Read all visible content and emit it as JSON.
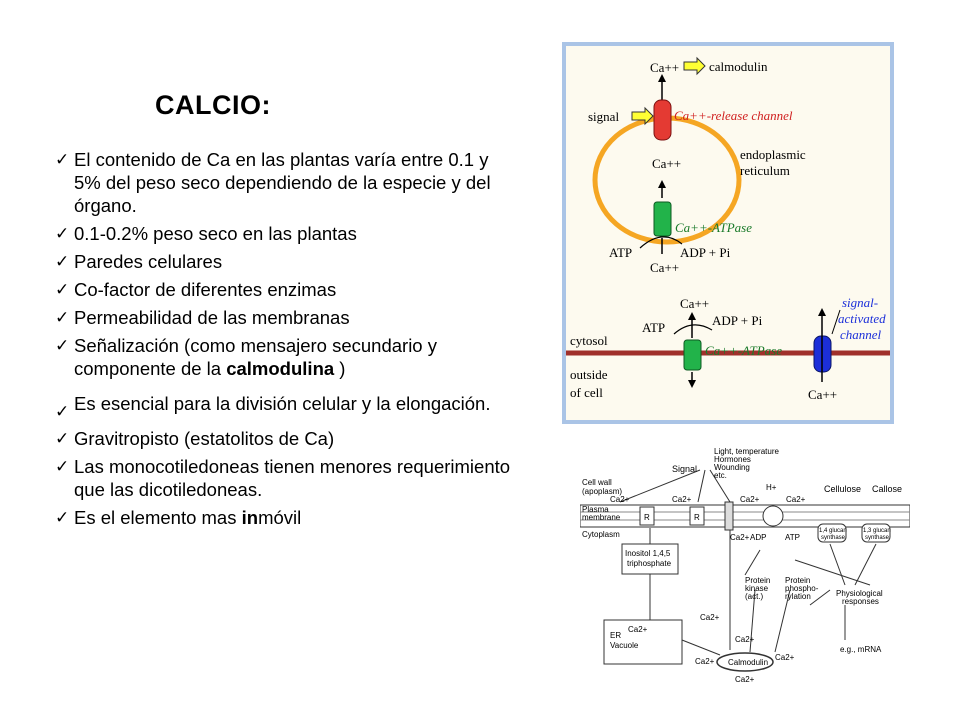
{
  "slide": {
    "title": "CALCIO:",
    "check_icon": "checkmark-icon",
    "bullets": [
      {
        "text": "El contenido de Ca en las plantas varía entre 0.1 y 5% del peso seco dependiendo de la especie y del órgano."
      },
      {
        "text": "0.1-0.2% peso seco en las plantas"
      },
      {
        "text": "Paredes celulares"
      },
      {
        "text": "Co-factor de diferentes enzimas"
      },
      {
        "text": "Permeabilidad de las membranas"
      },
      {
        "pre": "Señalización (como mensajero secundario y componente de la ",
        "bold": "calmodulina",
        "post": " )"
      },
      {
        "text": "Es esencial para la división celular y la elongación."
      },
      {
        "text": "Gravitropisto (estatolitos de Ca)"
      },
      {
        "text": "Las monocotiledoneas tienen menores requerimiento que las dicotiledoneas."
      },
      {
        "pre": "Es el elemento mas ",
        "bold": "in",
        "post": "móvil"
      }
    ]
  },
  "figure_top": {
    "labels": {
      "ca_top": "Ca++",
      "calmodulin": "calmodulin",
      "signal": "signal",
      "release_channel": "Ca++-release channel",
      "ca_er": "Ca++",
      "er": "endoplasmic",
      "er2": "reticulum",
      "atpase_er": "Ca++-ATPase",
      "atp_er": "ATP",
      "adp_er": "ADP + Pi",
      "ca_cyt1": "Ca++",
      "ca_pm": "Ca++",
      "adp_pm": "ADP + Pi",
      "atp_pm": "ATP",
      "atpase_pm": "Ca++-ATPase",
      "sig_act1": "signal-",
      "sig_act2": "activated",
      "sig_act3": "channel",
      "cytosol": "cytosol",
      "outside1": "outside",
      "outside2": "of cell",
      "ca_out": "Ca++"
    },
    "colors": {
      "border": "#aac4e6",
      "bg": "#fdfaef",
      "er": "#f5a623",
      "membrane": "#a0302b",
      "red": "#e43a33",
      "green": "#22b34a",
      "blue": "#1c2fd9",
      "arrow_yellow": "#ffff33"
    }
  },
  "figure_bottom": {
    "labels": {
      "light": "Light, temperature",
      "hormones": "Hormones",
      "wounding": "Wounding",
      "etc": "etc.",
      "signal": "Signal",
      "cellwall1": "Cell wall",
      "cellwall2": "(apoplasm)",
      "ca2": "Ca2+",
      "h_plus": "H+",
      "cellulose": "Cellulose",
      "callose": "Callose",
      "plasma1": "Plasma",
      "plasma2": "membrane",
      "cytoplasm": "Cytoplasm",
      "r": "R",
      "adp": "ADP",
      "atp": "ATP",
      "synth14a": "1,4 glucan",
      "synth14b": "synthase",
      "synth13a": "1,3 glucan",
      "synth13b": "synthase",
      "inositol1": "Inositol 1,4,5",
      "inositol2": "triphosphate",
      "protein": "Protein",
      "kinase": "kinase",
      "act": "(act.)",
      "phospho1": "Protein",
      "phospho2": "phospho-",
      "phospho3": "rylation",
      "physio1": "Physiological",
      "physio2": "responses",
      "er": "ER",
      "vacuole": "Vacuole",
      "eg": "e.g., mRNA",
      "calmodulin": "Calmodulin"
    }
  }
}
